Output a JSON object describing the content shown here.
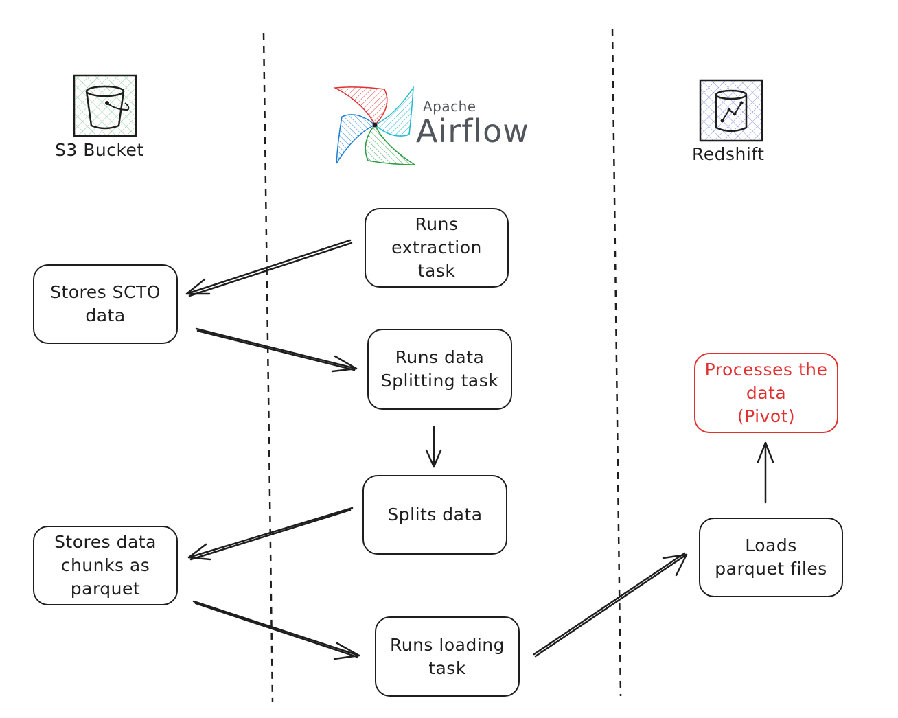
{
  "columns": {
    "left_label": "S3 Bucket",
    "center_logo_small": "Apache",
    "center_logo_large": "Airflow",
    "right_label": "Redshift"
  },
  "boxes": {
    "runs_extraction": "Runs\nextraction\ntask",
    "stores_scto": "Stores SCTO\ndata",
    "runs_splitting": "Runs data\nSplitting task",
    "splits_data": "Splits data",
    "stores_chunks": "Stores data\nchunks as\nparquet",
    "runs_loading": "Runs loading\ntask",
    "loads_parquet": "Loads\nparquet files",
    "processes_data": "Processes the\ndata\n(Pivot)"
  },
  "colors": {
    "stroke": "#1e1e1e",
    "highlight": "#e03131",
    "s3_icon": "#2f9e44",
    "redshift_icon": "#1c33c4",
    "airflow_text": "#51565c",
    "pinwheel": [
      "#e03131",
      "#22b8cf",
      "#2f9e44",
      "#1c7ed6"
    ]
  },
  "icons": {
    "s3": "bucket-icon",
    "redshift": "database-chart-icon",
    "airflow": "pinwheel-logo"
  }
}
